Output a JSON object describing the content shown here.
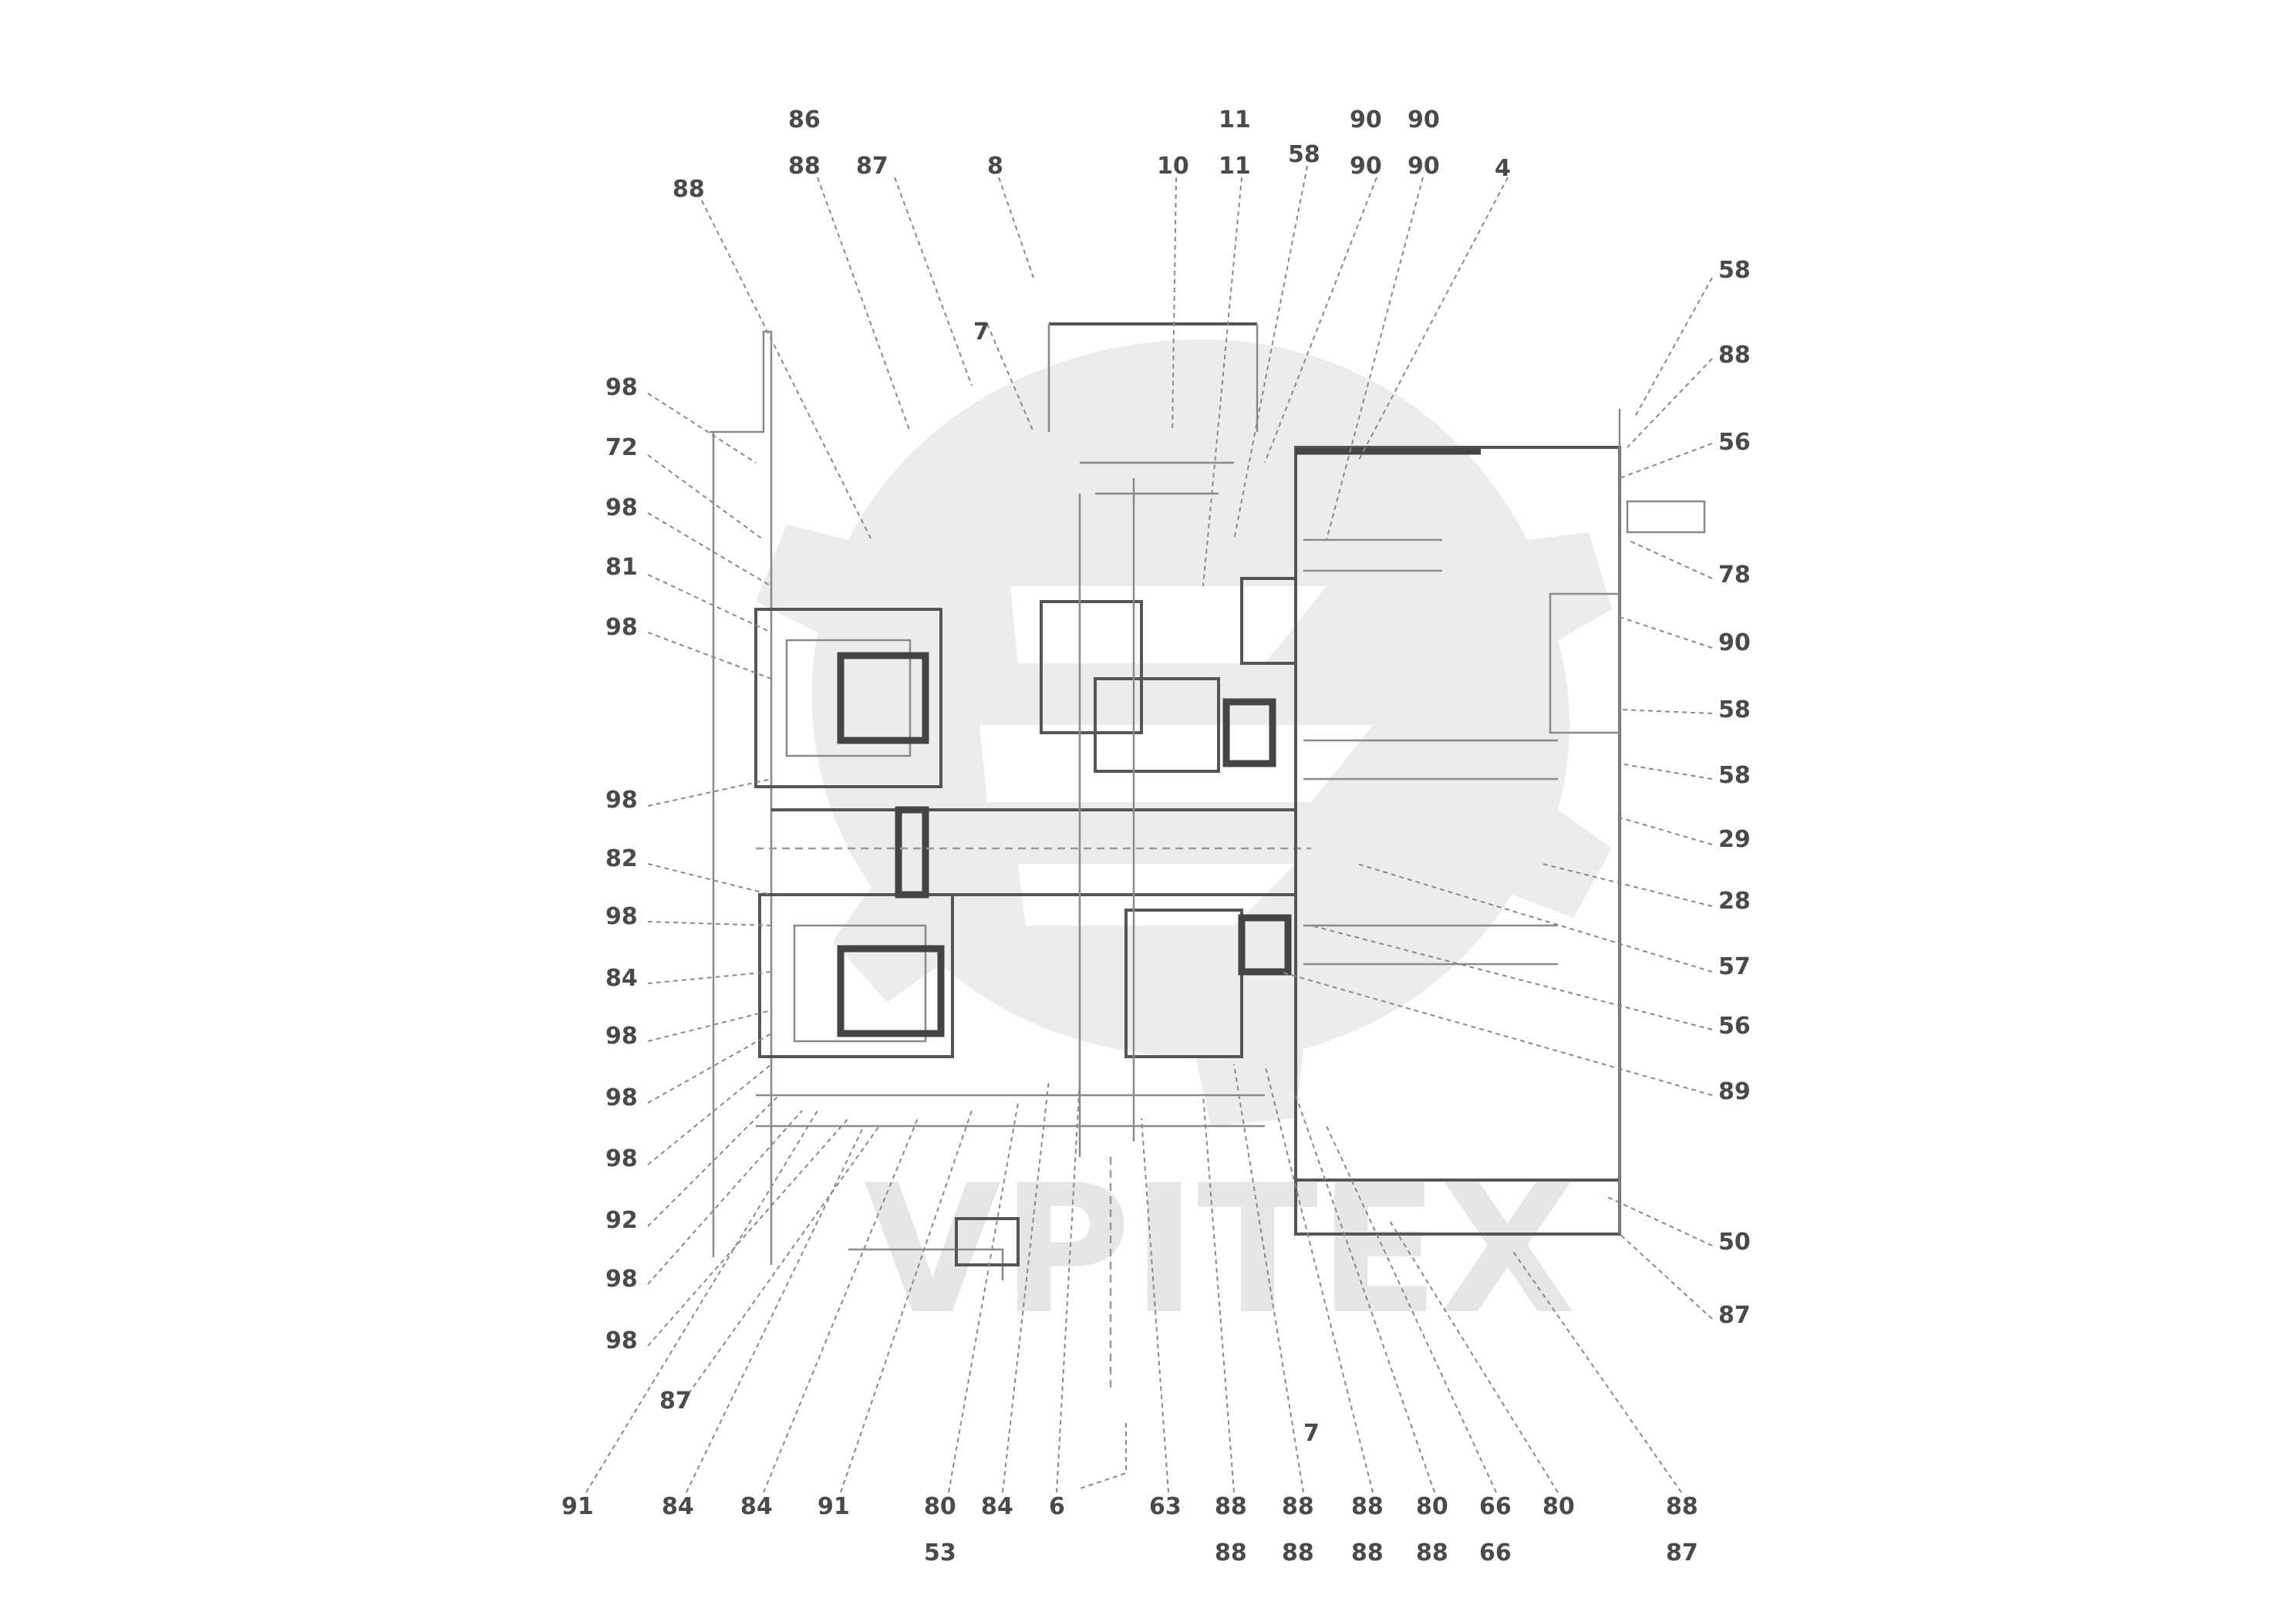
{
  "labels": {
    "top": [
      {
        "name": "label-top-1",
        "text": "86"
      },
      {
        "name": "label-top-2",
        "text": "88"
      },
      {
        "name": "label-top-3",
        "text": "88"
      },
      {
        "name": "label-top-4",
        "text": "87"
      },
      {
        "name": "label-top-5",
        "text": "8"
      },
      {
        "name": "label-top-6",
        "text": "10"
      },
      {
        "name": "label-top-7",
        "text": "11"
      },
      {
        "name": "label-top-8",
        "text": "11"
      },
      {
        "name": "label-top-9",
        "text": "58"
      },
      {
        "name": "label-top-10",
        "text": "90"
      },
      {
        "name": "label-top-11",
        "text": "90"
      },
      {
        "name": "label-top-12",
        "text": "90"
      },
      {
        "name": "label-top-13",
        "text": "90"
      },
      {
        "name": "label-top-14",
        "text": "4"
      },
      {
        "name": "label-top-15",
        "text": "7"
      }
    ],
    "left": [
      {
        "name": "label-left-1",
        "text": "98"
      },
      {
        "name": "label-left-2",
        "text": "72"
      },
      {
        "name": "label-left-3",
        "text": "98"
      },
      {
        "name": "label-left-4",
        "text": "81"
      },
      {
        "name": "label-left-5",
        "text": "98"
      },
      {
        "name": "label-left-6",
        "text": "98"
      },
      {
        "name": "label-left-7",
        "text": "82"
      },
      {
        "name": "label-left-8",
        "text": "98"
      },
      {
        "name": "label-left-9",
        "text": "84"
      },
      {
        "name": "label-left-10",
        "text": "98"
      },
      {
        "name": "label-left-11",
        "text": "98"
      },
      {
        "name": "label-left-12",
        "text": "98"
      },
      {
        "name": "label-left-13",
        "text": "92"
      },
      {
        "name": "label-left-14",
        "text": "98"
      },
      {
        "name": "label-left-15",
        "text": "98"
      },
      {
        "name": "label-left-16",
        "text": "87"
      }
    ],
    "right": [
      {
        "name": "label-right-1",
        "text": "58"
      },
      {
        "name": "label-right-2",
        "text": "88"
      },
      {
        "name": "label-right-3",
        "text": "56"
      },
      {
        "name": "label-right-4",
        "text": "78"
      },
      {
        "name": "label-right-5",
        "text": "90"
      },
      {
        "name": "label-right-6",
        "text": "58"
      },
      {
        "name": "label-right-7",
        "text": "58"
      },
      {
        "name": "label-right-8",
        "text": "29"
      },
      {
        "name": "label-right-9",
        "text": "28"
      },
      {
        "name": "label-right-10",
        "text": "57"
      },
      {
        "name": "label-right-11",
        "text": "56"
      },
      {
        "name": "label-right-12",
        "text": "89"
      },
      {
        "name": "label-right-13",
        "text": "50"
      },
      {
        "name": "label-right-14",
        "text": "87"
      }
    ],
    "bottom": [
      {
        "name": "label-bottom-1",
        "text": "91"
      },
      {
        "name": "label-bottom-2",
        "text": "84"
      },
      {
        "name": "label-bottom-3",
        "text": "84"
      },
      {
        "name": "label-bottom-4",
        "text": "91"
      },
      {
        "name": "label-bottom-5",
        "text": "80"
      },
      {
        "name": "label-bottom-6",
        "text": "53"
      },
      {
        "name": "label-bottom-7",
        "text": "84"
      },
      {
        "name": "label-bottom-8",
        "text": "6"
      },
      {
        "name": "label-bottom-9",
        "text": "63"
      },
      {
        "name": "label-bottom-10",
        "text": "88"
      },
      {
        "name": "label-bottom-11",
        "text": "88"
      },
      {
        "name": "label-bottom-12",
        "text": "88"
      },
      {
        "name": "label-bottom-13",
        "text": "88"
      },
      {
        "name": "label-bottom-14",
        "text": "88"
      },
      {
        "name": "label-bottom-15",
        "text": "88"
      },
      {
        "name": "label-bottom-16",
        "text": "80"
      },
      {
        "name": "label-bottom-17",
        "text": "88"
      },
      {
        "name": "label-bottom-18",
        "text": "66"
      },
      {
        "name": "label-bottom-19",
        "text": "66"
      },
      {
        "name": "label-bottom-20",
        "text": "80"
      },
      {
        "name": "label-bottom-21",
        "text": "88"
      },
      {
        "name": "label-bottom-22",
        "text": "87"
      },
      {
        "name": "label-bottom-23",
        "text": "7"
      }
    ]
  },
  "watermark": {
    "text": "VPITEX",
    "color": "#e6e6e6"
  },
  "colors": {
    "line_dark": "#555555",
    "line_light": "#8a8a8a",
    "label": "#4a4a4a"
  }
}
